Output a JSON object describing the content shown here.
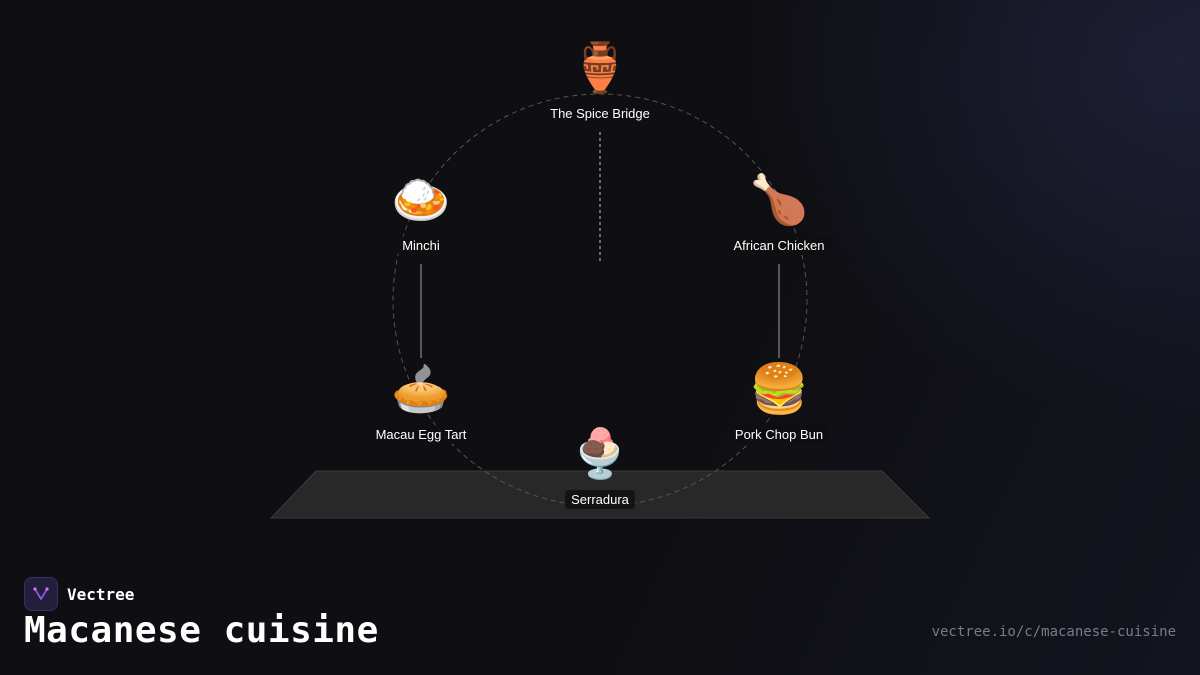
{
  "diagram": {
    "nodes": [
      {
        "id": "spice-bridge",
        "label": "The Spice Bridge",
        "emoji": "🏺",
        "icon": "amphora-icon"
      },
      {
        "id": "african-chicken",
        "label": "African Chicken",
        "emoji": "🍗",
        "icon": "poultry-leg-icon"
      },
      {
        "id": "pork-chop-bun",
        "label": "Pork Chop Bun",
        "emoji": "🍔",
        "icon": "burger-icon"
      },
      {
        "id": "serradura",
        "label": "Serradura",
        "emoji": "🍨",
        "icon": "ice-cream-icon"
      },
      {
        "id": "macau-egg-tart",
        "label": "Macau Egg Tart",
        "emoji": "🥧",
        "icon": "pie-icon"
      },
      {
        "id": "minchi",
        "label": "Minchi",
        "emoji": "🍛",
        "icon": "curry-rice-icon"
      }
    ],
    "edges": [
      {
        "from": "spice-bridge",
        "to": "center",
        "style": "dotted"
      },
      {
        "from": "african-chicken",
        "to": "pork-chop-bun",
        "style": "solid"
      },
      {
        "from": "minchi",
        "to": "macau-egg-tart",
        "style": "solid"
      }
    ]
  },
  "brand": {
    "name": "Vectree",
    "icon": "vectree-logo-icon",
    "accent": "#b44cf0"
  },
  "title": "Macanese cuisine",
  "url": "vectree.io/c/macanese-cuisine",
  "colors": {
    "background": "#0f0f13",
    "platform": "#282828",
    "ring": "#555555",
    "text": "#ffffff",
    "muted": "#7b7b85"
  }
}
